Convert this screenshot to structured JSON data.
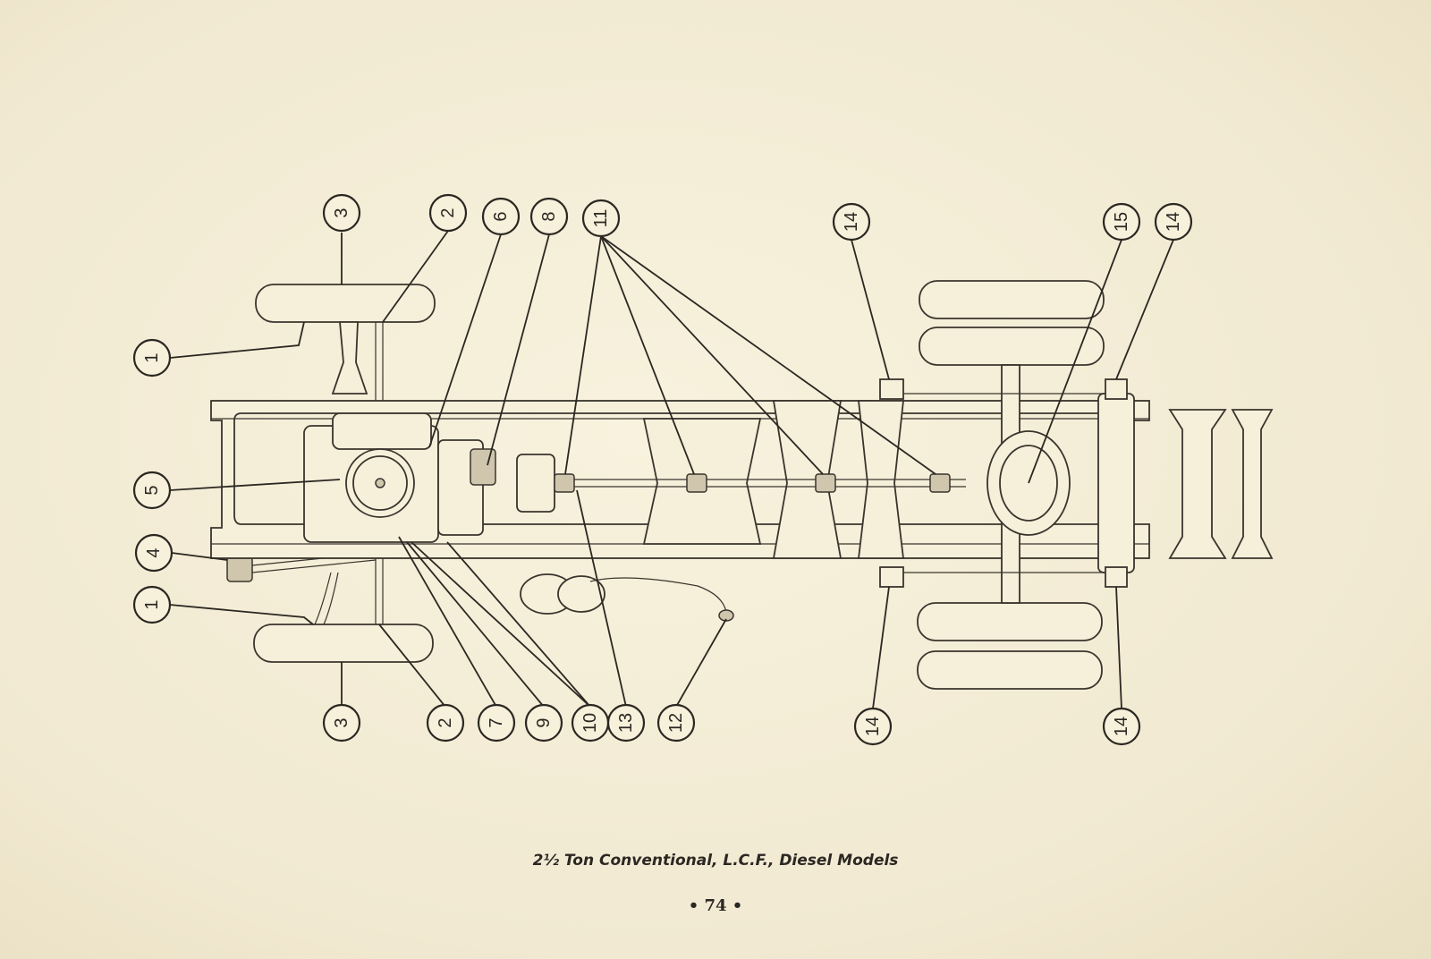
{
  "caption": "2½ Ton Conventional, L.C.F., Diesel Models",
  "page_number": "• 74 •",
  "callouts": [
    {
      "id": "c3a",
      "label": "3"
    },
    {
      "id": "c2a",
      "label": "2"
    },
    {
      "id": "c6",
      "label": "6"
    },
    {
      "id": "c8",
      "label": "8"
    },
    {
      "id": "c11",
      "label": "11"
    },
    {
      "id": "c14a",
      "label": "14"
    },
    {
      "id": "c15",
      "label": "15"
    },
    {
      "id": "c14b",
      "label": "14"
    },
    {
      "id": "c1a",
      "label": "1"
    },
    {
      "id": "c5",
      "label": "5"
    },
    {
      "id": "c4",
      "label": "4"
    },
    {
      "id": "c1b",
      "label": "1"
    },
    {
      "id": "c3b",
      "label": "3"
    },
    {
      "id": "c2b",
      "label": "2"
    },
    {
      "id": "c7",
      "label": "7"
    },
    {
      "id": "c9",
      "label": "9"
    },
    {
      "id": "c10",
      "label": "10"
    },
    {
      "id": "c13",
      "label": "13"
    },
    {
      "id": "c12",
      "label": "12"
    },
    {
      "id": "c14c",
      "label": "14"
    },
    {
      "id": "c14d",
      "label": "14"
    }
  ]
}
